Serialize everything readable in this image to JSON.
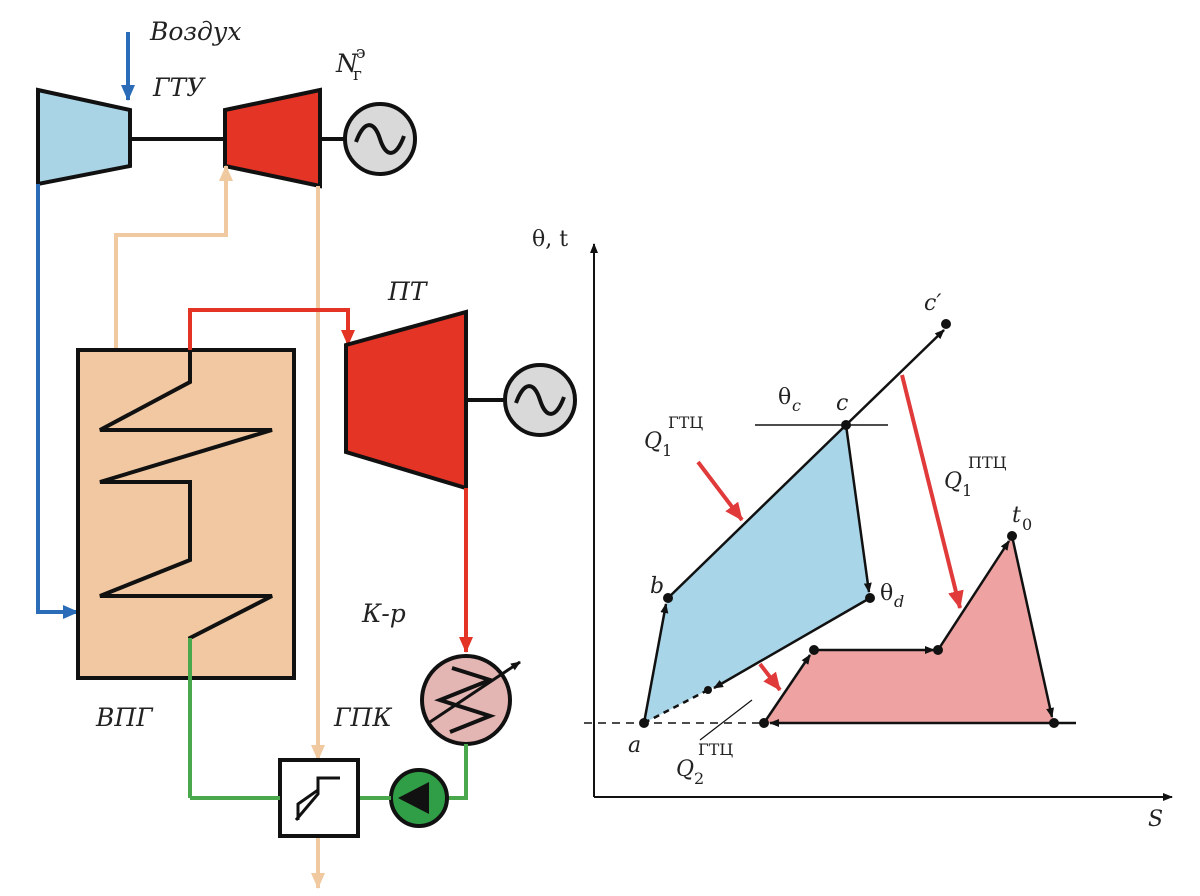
{
  "schematic": {
    "air_label": "Воздух",
    "gtu_label": "ГТУ",
    "power_label": {
      "symbol": "N",
      "sub": "г",
      "sup": "э"
    },
    "steam_turbine_label": "ПТ",
    "condenser_label": "К-р",
    "hrsg_label": "ВПГ",
    "gas_heater_label": "ГПК"
  },
  "diagram": {
    "y_axis_label": "θ, t",
    "x_axis_label": "S",
    "points": {
      "a": "a",
      "b": "b",
      "c": "c",
      "c_prime": "c′",
      "theta_d": "θ",
      "theta_d_sub": "d",
      "t0": "t",
      "t0_sub": "0"
    },
    "theta_c": {
      "main": "θ",
      "sub": "c"
    },
    "q1_gtc": {
      "main": "Q",
      "sub": "1",
      "sup": "ГТЦ"
    },
    "q1_ptc": {
      "main": "Q",
      "sub": "1",
      "sup": "ПТЦ"
    },
    "q2_gtc": {
      "main": "Q",
      "sub": "2",
      "sup": "ГТЦ"
    }
  },
  "colors": {
    "compressor_fill": "#a9d4e6",
    "turbine_fill": "#e33426",
    "hrsg_fill": "#f1c8a2",
    "condenser_fill": "#e3b5b3",
    "pump_fill": "#2f9e46",
    "generator_fill": "#d9d9d9",
    "air_line": "#2b6cb8",
    "gas_line": "#f0c9a0",
    "steam_line": "#e33426",
    "water_line": "#49a84c",
    "gas_cycle_fill": "#a8d6e8",
    "steam_cycle_fill": "#eea2a2",
    "heat_arrow": "#e03a3a"
  }
}
